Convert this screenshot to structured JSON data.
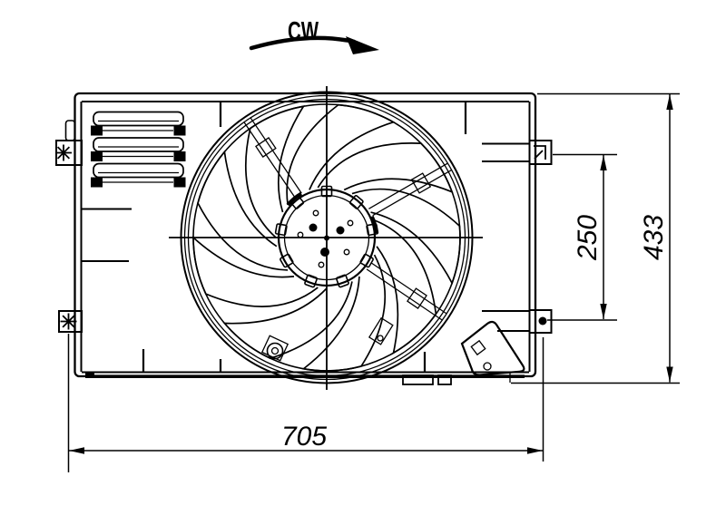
{
  "drawing": {
    "kind": "technical-drawing-front-view",
    "subject": "engine-cooling-fan-assembly",
    "rotation": {
      "label": "CW",
      "direction": "clockwise"
    },
    "fan": {
      "blade_count": 9
    },
    "dimensions": {
      "overall_width": {
        "value": "705",
        "orientation": "horizontal",
        "position": "bottom"
      },
      "overall_height": {
        "value": "433",
        "orientation": "vertical",
        "position": "right-outer"
      },
      "mounting_span": {
        "value": "250",
        "orientation": "vertical",
        "position": "right-inner"
      }
    },
    "colors": {
      "ink": "#000000",
      "paper": "#ffffff"
    }
  }
}
